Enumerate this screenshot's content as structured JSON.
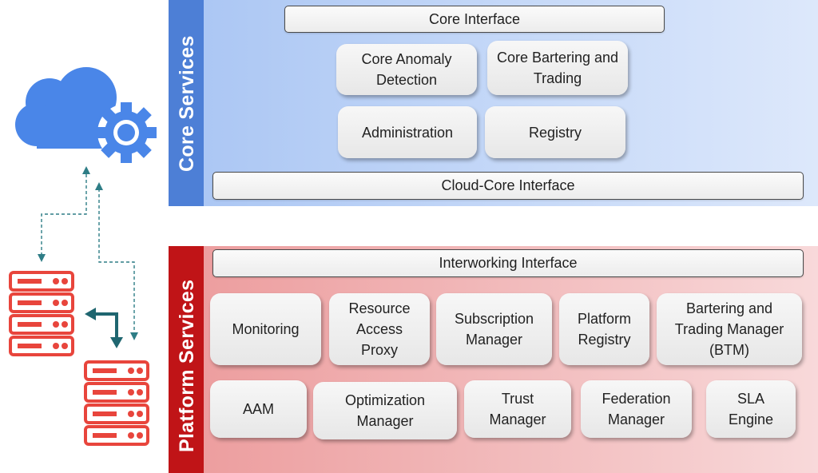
{
  "core": {
    "side_label": "Core Services",
    "interface_label": "Core Interface",
    "cloud_interface_label": "Cloud-Core Interface",
    "components": {
      "anomaly": "Core Anomaly Detection",
      "bartering": "Core Bartering and Trading",
      "administration": "Administration",
      "registry": "Registry"
    }
  },
  "platform": {
    "side_label": "Platform Services",
    "interface_label": "Interworking Interface",
    "components": {
      "monitoring": "Monitoring",
      "rap": "Resource Access Proxy",
      "subscription": "Subscription Manager",
      "platform_registry": "Platform Registry",
      "btm": "Bartering and Trading Manager (BTM)",
      "aam": "AAM",
      "optimization": "Optimization Manager",
      "trust": "Trust Manager",
      "federation": "Federation Manager",
      "sla": "SLA Engine"
    }
  },
  "icons": {
    "cloud": "cloud-gear-icon",
    "server_stack_1": "server-stack-icon",
    "server_stack_2": "server-stack-icon"
  },
  "colors": {
    "core_side": "#4d7fd6",
    "core_band": "#c6d9f8",
    "platform_side": "#c01417",
    "platform_band": "#f2bcbd",
    "cloud": "#4a86e8",
    "server": "#e8453c",
    "arrow": "#1f6670"
  }
}
